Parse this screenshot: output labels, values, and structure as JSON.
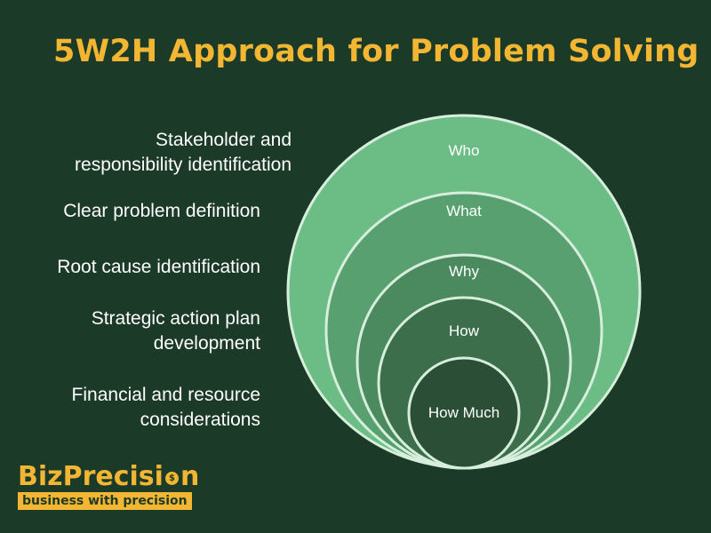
{
  "title": "5W2H Approach for Problem Solving",
  "descriptions": [
    "Stakeholder and\nresponsibility identification",
    "Clear problem definition",
    "Root cause identification",
    "Strategic action plan\ndevelopment",
    "Financial and resource\nconsiderations"
  ],
  "circles": [
    {
      "label": "Who",
      "color": "#6bbd85"
    },
    {
      "label": "What",
      "color": "#58a06f"
    },
    {
      "label": "Why",
      "color": "#4a8a5e"
    },
    {
      "label": "How",
      "color": "#3c6e4c"
    },
    {
      "label": "How Much",
      "color": "#2a4e36"
    }
  ],
  "logo": {
    "brand_prefix": "BizPrecisi",
    "brand_coin": "$",
    "brand_suffix": "n",
    "tagline": "business with precision"
  },
  "colors": {
    "background": "#1c3a28",
    "accent": "#f2b632",
    "circle_outline": "#d7eedd"
  }
}
